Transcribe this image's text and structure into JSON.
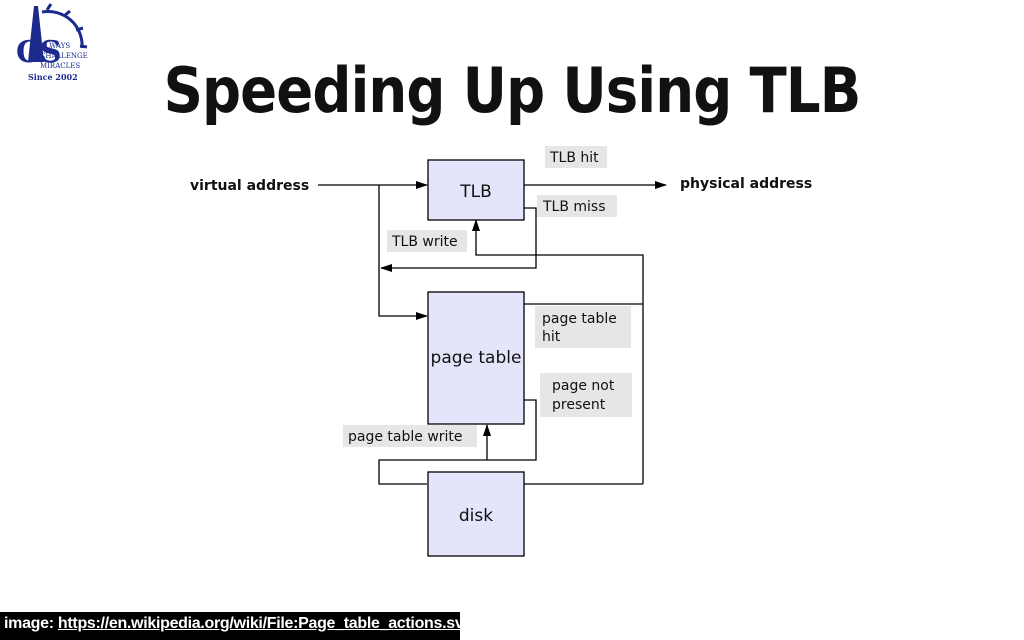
{
  "logo": {
    "lines": [
      "ALWAYS",
      "CHALLENGE",
      "MIRACLES",
      "Since 2002"
    ],
    "monogram": "CS",
    "colors": {
      "primary": "#1b2a8c",
      "text": "#1b2a8c"
    },
    "icon": "gear-icon"
  },
  "slide": {
    "title": "Speeding Up Using TLB"
  },
  "diagram": {
    "nodes": {
      "tlb": "TLB",
      "page_table": "page table",
      "disk": "disk"
    },
    "inputs": {
      "virtual_address": "virtual address"
    },
    "outputs": {
      "physical_address": "physical address"
    },
    "edge_labels": {
      "tlb_hit": "TLB hit",
      "tlb_miss": "TLB miss",
      "tlb_write": "TLB write",
      "page_table_hit": [
        "page table",
        "hit"
      ],
      "page_not_present": [
        "page not",
        "present"
      ],
      "page_table_write": "page table write"
    },
    "colors": {
      "box_fill": "#e4e4fa",
      "label_fill": "#e6e6e6",
      "line": "#000000"
    }
  },
  "caption": {
    "prefix": "image: ",
    "link": "https://en.wikipedia.org/wiki/File:Page_table_actions.svg"
  }
}
